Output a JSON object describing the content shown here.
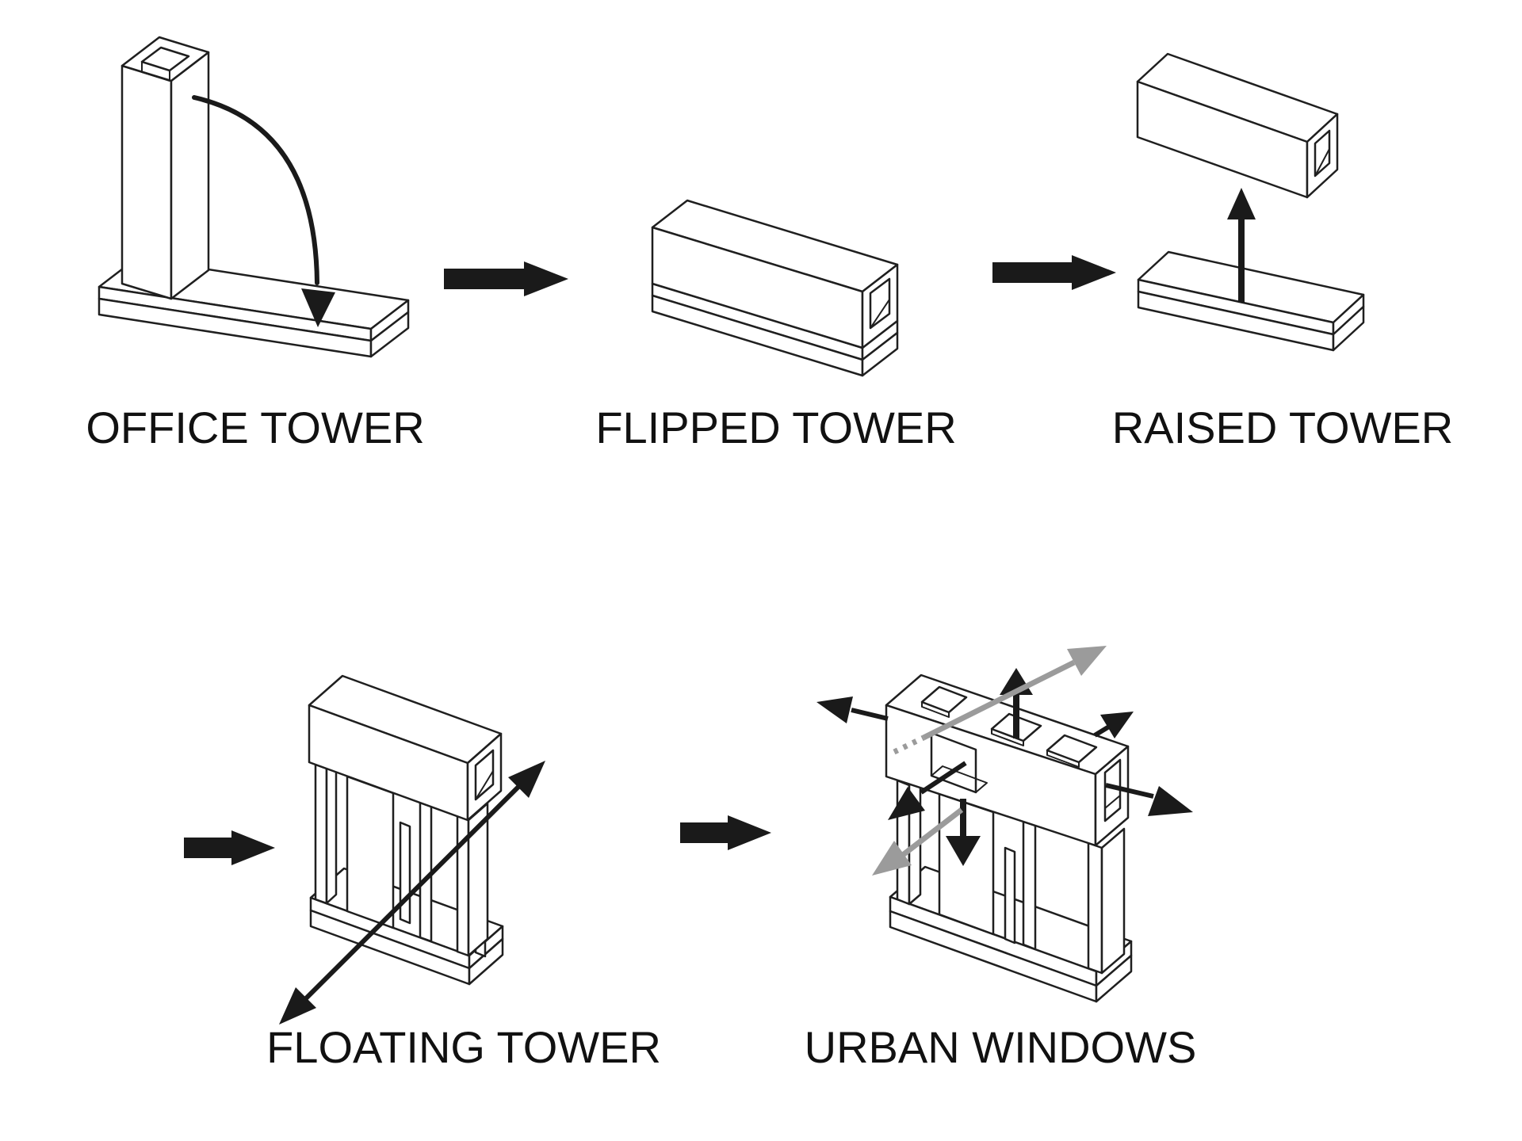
{
  "diagram": {
    "stages": [
      {
        "id": "office-tower",
        "label": "OFFICE TOWER"
      },
      {
        "id": "flipped-tower",
        "label": "FLIPPED TOWER"
      },
      {
        "id": "raised-tower",
        "label": "RAISED TOWER"
      },
      {
        "id": "floating-tower",
        "label": "FLOATING TOWER"
      },
      {
        "id": "urban-windows",
        "label": "URBAN WINDOWS"
      }
    ],
    "colors": {
      "background": "#ffffff",
      "line": "#1f1f1f",
      "arrow_black": "#1a1a1a",
      "arrow_gray": "#9b9b9b"
    },
    "icons": {
      "flip-rotation-arrow-icon": "curved arc arrow rotating tower down",
      "transition-arrow-icon": "solid right-pointing arrow",
      "raise-arrow-icon": "vertical up arrow",
      "float-axis-arrow-icon": "diagonal double-headed arrow",
      "ray-arrow-icon": "directional arrow through window",
      "ray-arrow-gray-icon": "gray directional arrow through window"
    }
  }
}
